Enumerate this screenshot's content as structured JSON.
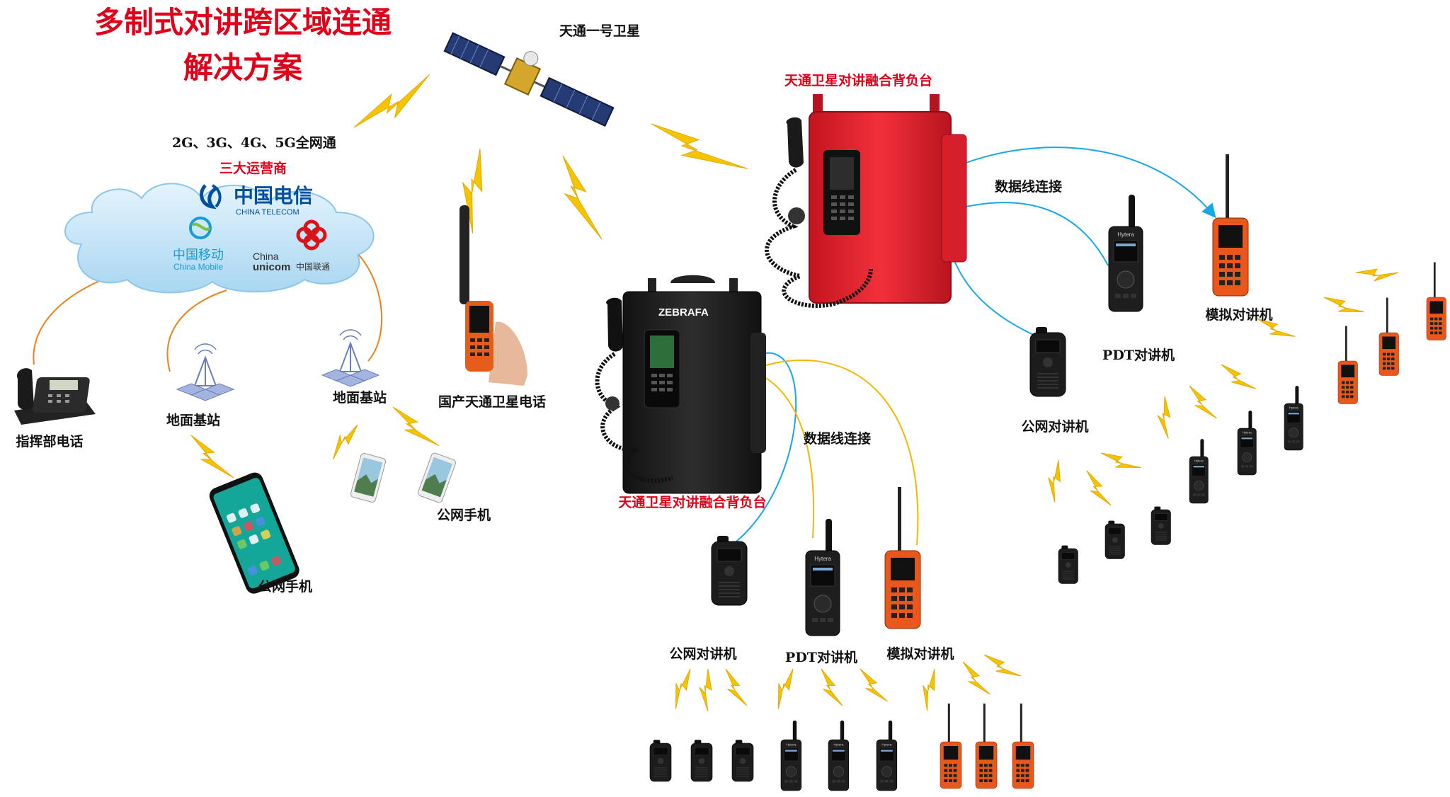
{
  "title": {
    "line1": "多制式对讲跨区域连通",
    "line2": "解决方案"
  },
  "colors": {
    "title": "#e0001a",
    "lightning": "#f5c400",
    "link_blue": "#1aa7e8",
    "link_orange": "#e8821e",
    "link_yellow": "#f5b700",
    "cloud": "#bfe3f7",
    "red_unit": "#e52330",
    "black_unit": "#1d1d1d",
    "orange_radio": "#e8581c"
  },
  "network": {
    "header": "2G、3G、4G、5G全网通",
    "operators_label": "三大运营商",
    "telecom_cn": "中国电信",
    "telecom_en": "CHINA TELECOM",
    "mobile_cn": "中国移动",
    "mobile_en": "China Mobile",
    "unicom_en1": "China",
    "unicom_en2": "unicom",
    "unicom_cn": "中国联通"
  },
  "satellite": {
    "label": "天通一号卫星"
  },
  "left_nodes": {
    "command_phone": "指挥部电话",
    "base_station_1": "地面基站",
    "base_station_2": "地面基站",
    "public_phone_1": "公网手机",
    "public_phone_2": "公网手机",
    "sat_phone": "国产天通卫星电话"
  },
  "red_unit": {
    "label": "天通卫星对讲融合背负台",
    "cable_label": "数据线连接",
    "pdt_label": "PDT对讲机",
    "analog_label": "模拟对讲机",
    "public_label": "公网对讲机"
  },
  "black_unit": {
    "label": "天通卫星对讲融合背负台",
    "brand": "ZEBRAFA",
    "cable_label": "数据线连接",
    "public_label": "公网对讲机",
    "pdt_label": "PDT对讲机",
    "analog_label": "模拟对讲机"
  },
  "device_brand": "Hytera",
  "icons": [
    "satellite-icon",
    "lightning-icon",
    "cloud-icon",
    "desk-phone-icon",
    "base-station-icon",
    "smartphone-icon",
    "sat-phone-icon",
    "backpack-unit-icon",
    "radio-icon"
  ]
}
